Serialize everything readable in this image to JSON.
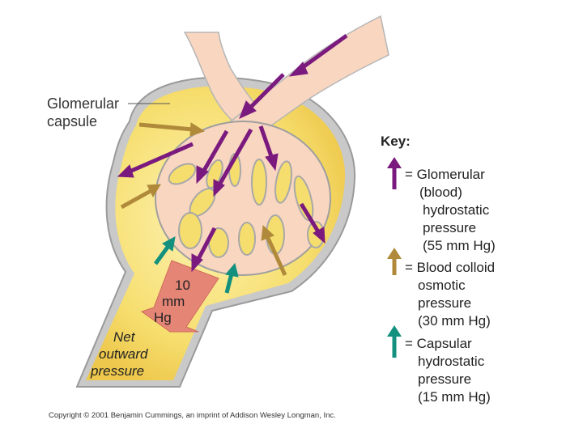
{
  "labels": {
    "capsule_line1": "Glomerular",
    "capsule_line2": "capsule",
    "ten": "10",
    "mm": "mm",
    "hg": "Hg",
    "net_line1": "Net",
    "net_line2": "outward",
    "net_line3": "pressure"
  },
  "key": {
    "title": "Key:",
    "glomerular": {
      "color": "#7b1a7e",
      "lines": [
        "= Glomerular",
        "(blood)",
        "hydrostatic",
        "pressure",
        "(55 mm Hg)"
      ]
    },
    "colloid": {
      "color": "#b08a3a",
      "lines": [
        "= Blood colloid",
        "osmotic",
        "pressure",
        "(30 mm Hg)"
      ]
    },
    "capsular": {
      "color": "#13907e",
      "lines": [
        "= Capsular",
        "hydrostatic",
        "pressure",
        "(15 mm Hg)"
      ]
    }
  },
  "copyright": "Copyright © 2001 Benjamin Cummings, an imprint of Addison Wesley Longman, Inc.",
  "colors": {
    "capsule_fill": "#f5dc6a",
    "capsule_inner": "#fbeea8",
    "capillary": "#f9d6c0",
    "outline": "#a9a9a9",
    "net_arrow": "#e58576"
  }
}
